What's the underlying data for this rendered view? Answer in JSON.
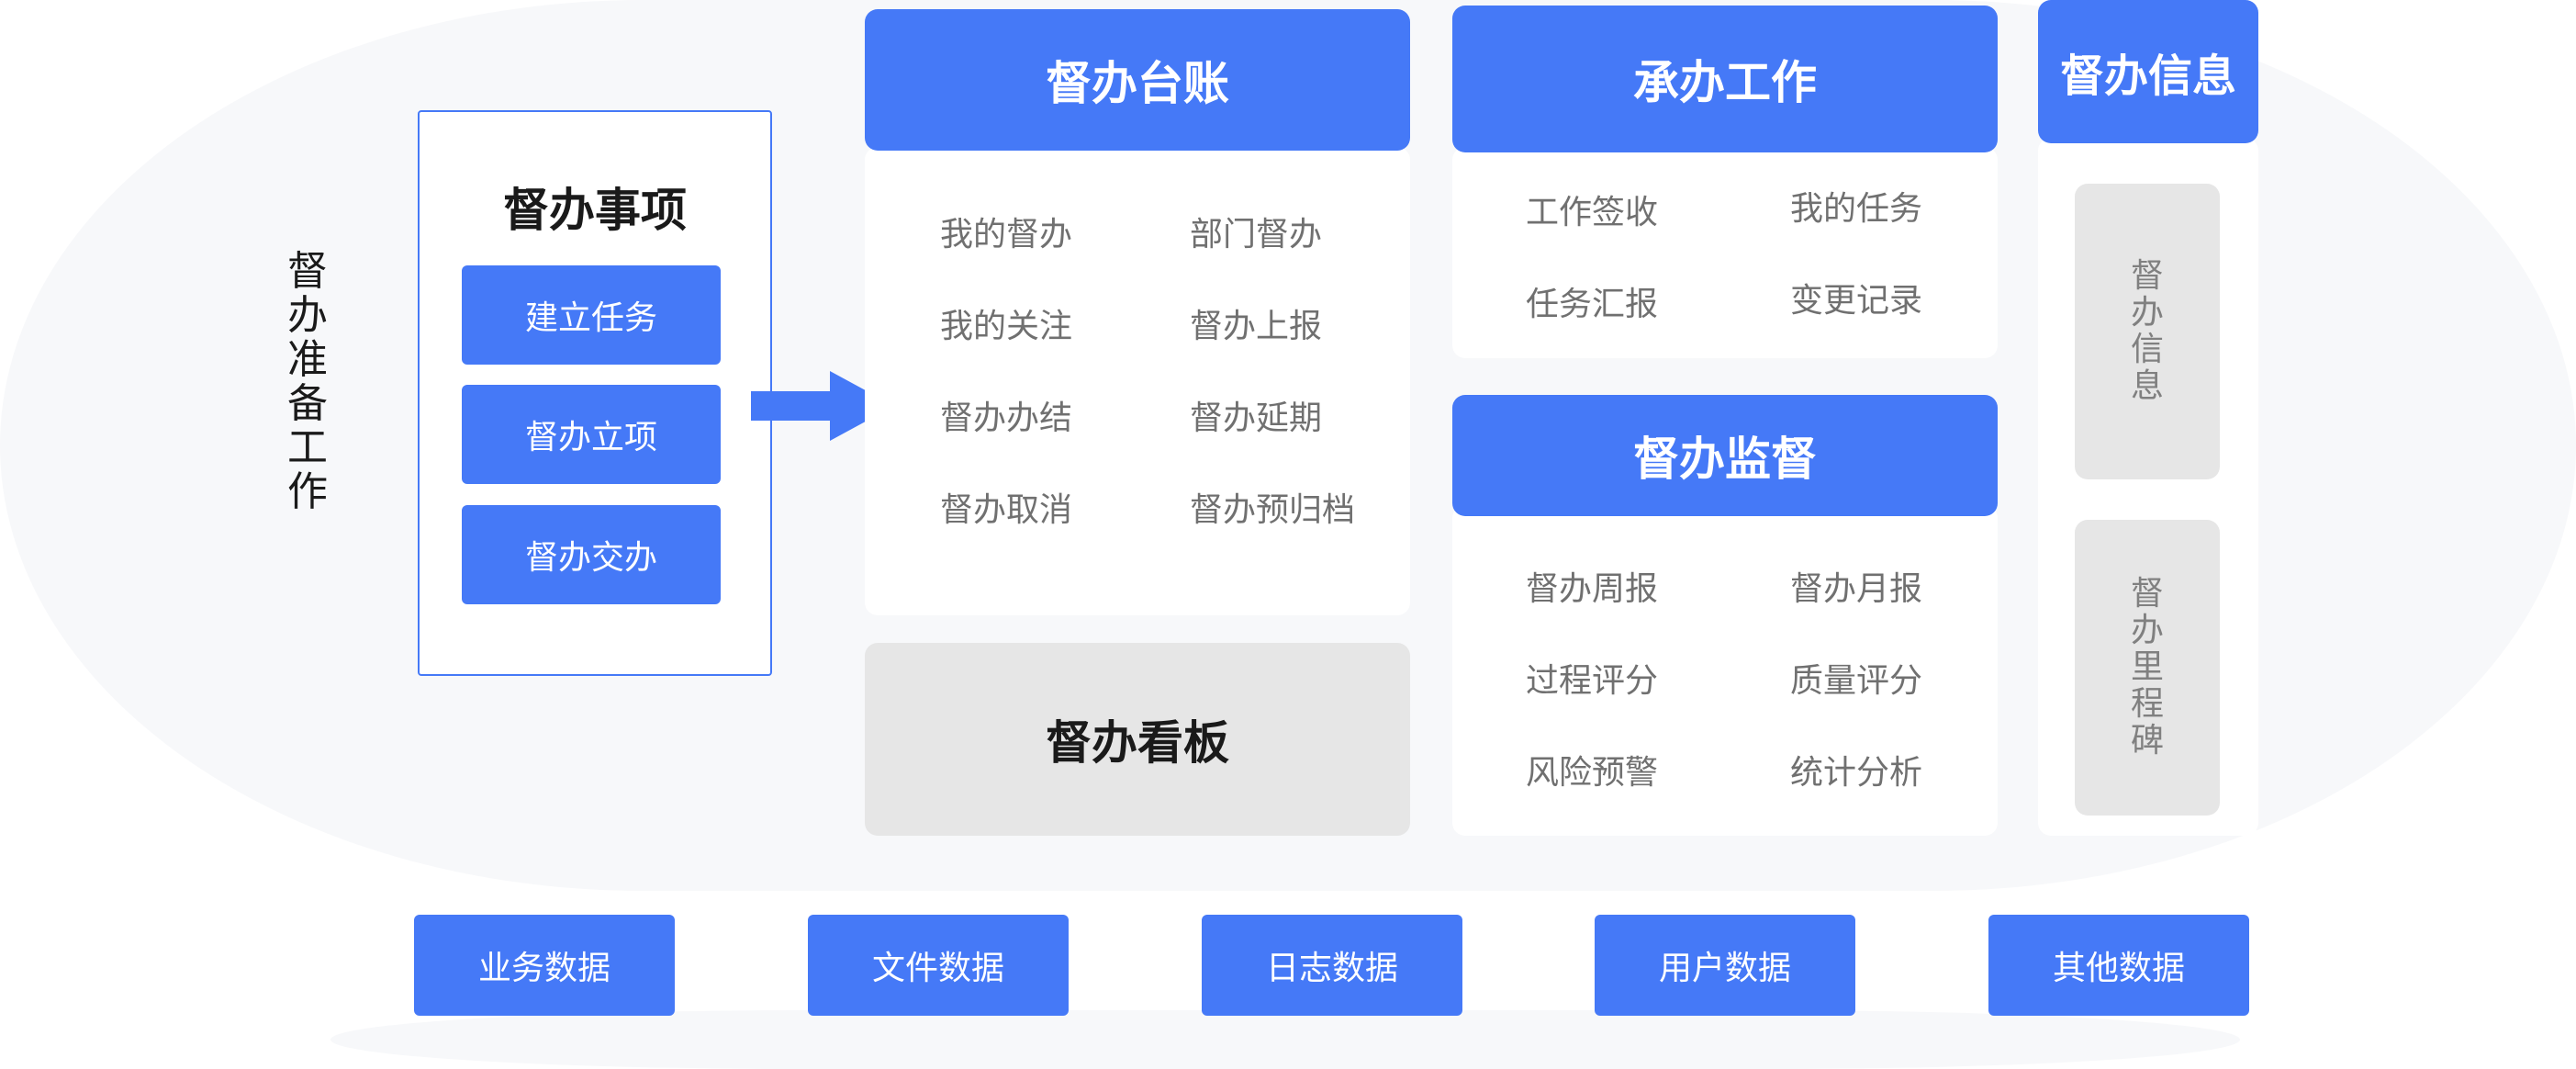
{
  "left_title": [
    "督",
    "办",
    "准",
    "备",
    "工",
    "作"
  ],
  "prep": {
    "title": "督办事项",
    "buttons": [
      "建立任务",
      "督办立项",
      "督办交办"
    ]
  },
  "ledger": {
    "title": "督办台账",
    "items": [
      "我的督办",
      "部门督办",
      "我的关注",
      "督办上报",
      "督办办结",
      "督办延期",
      "督办取消",
      "督办预归档"
    ]
  },
  "dashboard": {
    "title": "督办看板"
  },
  "undertake": {
    "title": "承办工作",
    "items": [
      "工作签收",
      "我的任务",
      "任务汇报",
      "变更记录"
    ]
  },
  "supervise": {
    "title": "督办监督",
    "items": [
      "督办周报",
      "督办月报",
      "过程评分",
      "质量评分",
      "风险预警",
      "统计分析"
    ]
  },
  "info": {
    "title": "督办信息",
    "panel1": [
      "督",
      "办",
      "信",
      "息"
    ],
    "panel2": [
      "督",
      "办",
      "里",
      "程",
      "碑"
    ]
  },
  "data_sources": [
    "业务数据",
    "文件数据",
    "日志数据",
    "用户数据",
    "其他数据"
  ],
  "colors": {
    "accent": "#4579f7",
    "panel_grey": "#e6e6e6",
    "bg": "#f7f8fa"
  },
  "icons": [
    "right-arrow-icon"
  ]
}
